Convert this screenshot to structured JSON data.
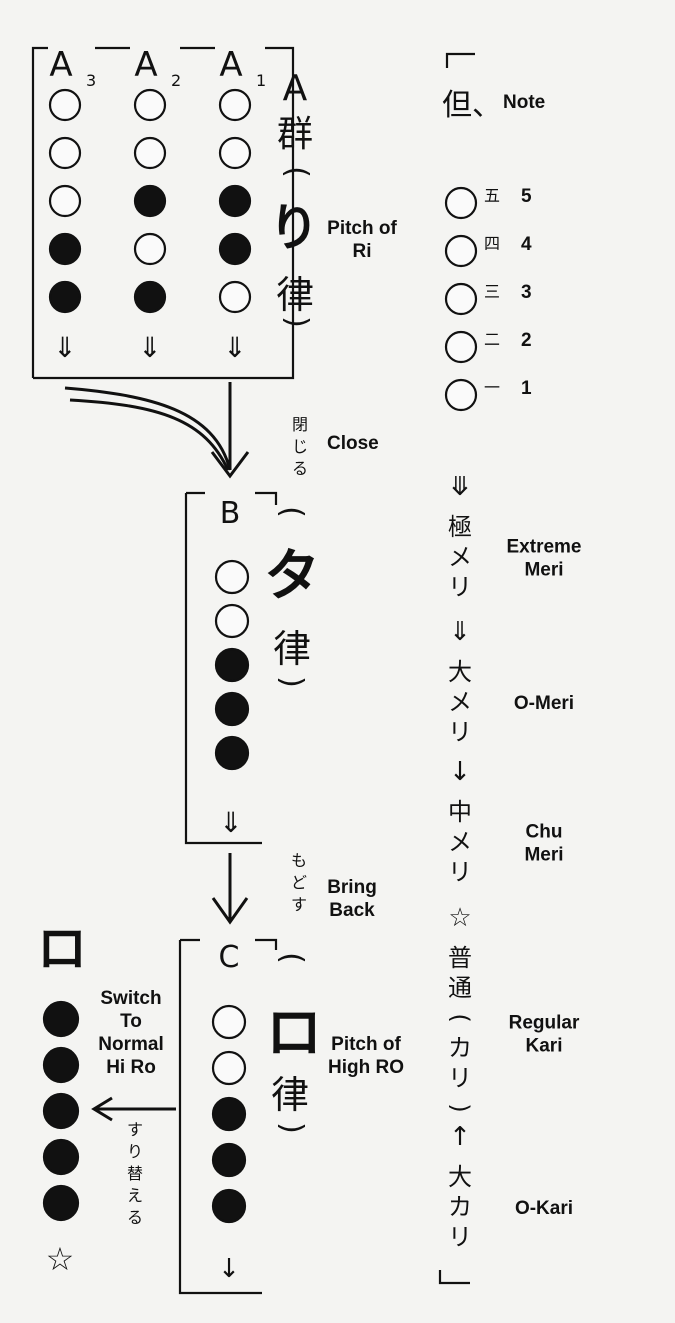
{
  "group_a": {
    "columns": [
      {
        "label": "A",
        "sub": "3",
        "holes": [
          "open",
          "open",
          "open",
          "closed",
          "closed"
        ],
        "arrow": "⇓"
      },
      {
        "label": "A",
        "sub": "2",
        "holes": [
          "open",
          "open",
          "closed",
          "open",
          "closed"
        ],
        "arrow": "⇓"
      },
      {
        "label": "A",
        "sub": "1",
        "holes": [
          "open",
          "open",
          "closed",
          "closed",
          "open"
        ],
        "arrow": "⇓"
      }
    ],
    "side_label": [
      "A",
      "群",
      "(",
      "り",
      "律",
      ")"
    ],
    "caption": [
      "Pitch of",
      "Ri"
    ]
  },
  "close_step": {
    "jp": [
      "閉",
      "じ",
      "る"
    ],
    "en": "Close"
  },
  "group_b": {
    "label": "B",
    "holes": [
      "open",
      "open",
      "closed",
      "closed",
      "closed"
    ],
    "arrow": "⇓",
    "side_label": [
      "(",
      "タ",
      "律",
      ")"
    ]
  },
  "bring_back_step": {
    "jp": [
      "も",
      "ど",
      "す"
    ],
    "en": [
      "Bring",
      "Back"
    ]
  },
  "group_c": {
    "label": "C",
    "holes": [
      "open",
      "open",
      "closed",
      "closed",
      "closed"
    ],
    "arrow": "↓",
    "side_label": [
      "(",
      "ロ",
      "律",
      ")"
    ],
    "caption": [
      "Pitch of",
      "High RO"
    ]
  },
  "switch_step": {
    "jp": [
      "す",
      "り",
      "替",
      "え",
      "る"
    ],
    "en": [
      "Switch",
      "To",
      "Normal",
      "Hi Ro"
    ],
    "top_glyph": "ロ",
    "holes": [
      "closed",
      "closed",
      "closed",
      "closed",
      "closed"
    ],
    "star": "☆"
  },
  "legend": {
    "header_jp": "但、",
    "header_en": "Note",
    "holes": [
      {
        "kanji": "五",
        "num": "5"
      },
      {
        "kanji": "四",
        "num": "4"
      },
      {
        "kanji": "三",
        "num": "3"
      },
      {
        "kanji": "二",
        "num": "2"
      },
      {
        "kanji": "一",
        "num": "1"
      }
    ],
    "pitch_marks": [
      {
        "symbol": "⤋",
        "jp": [
          "極",
          "メ",
          "リ"
        ],
        "en": [
          "Extreme",
          "Meri"
        ]
      },
      {
        "symbol": "⇓",
        "jp": [
          "大",
          "メ",
          "リ"
        ],
        "en": [
          "O-Meri"
        ]
      },
      {
        "symbol": "↓",
        "jp": [
          "中",
          "メ",
          "リ"
        ],
        "en": [
          "Chu",
          "Meri"
        ]
      },
      {
        "symbol": "☆",
        "jp": [
          "普",
          "通",
          "(",
          "カ",
          "リ",
          ")"
        ],
        "en": [
          "Regular",
          "Kari"
        ]
      },
      {
        "symbol": "↑",
        "jp": [
          "大",
          "カ",
          "リ"
        ],
        "en": [
          "O-Kari"
        ]
      }
    ]
  }
}
